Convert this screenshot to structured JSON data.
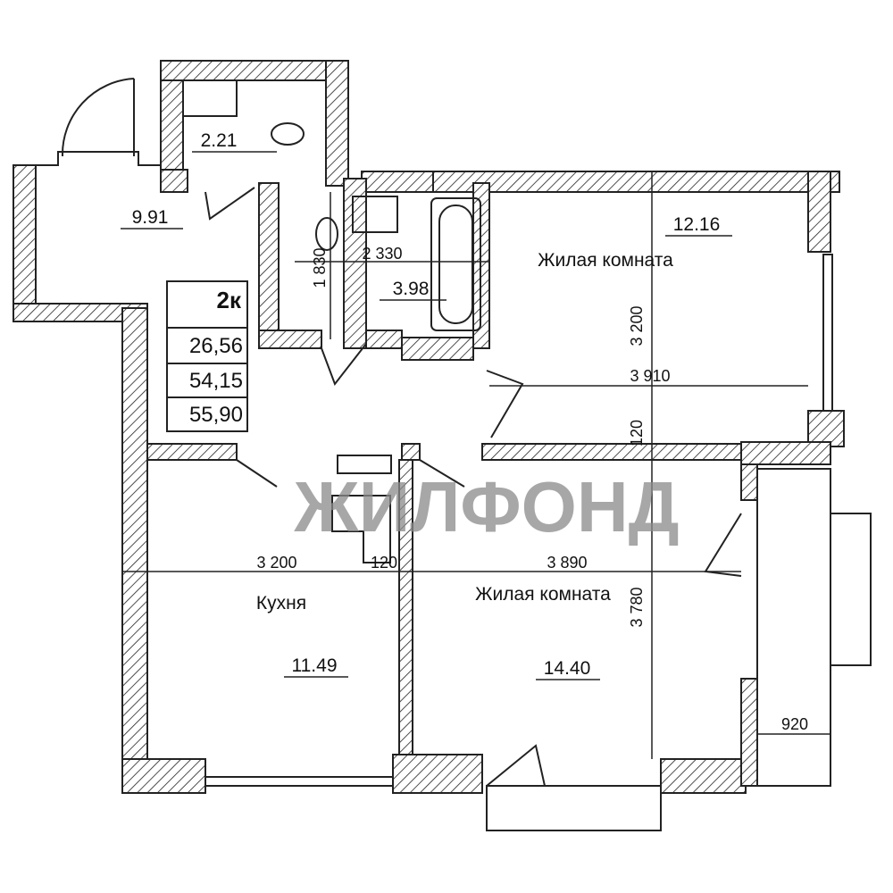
{
  "summary": {
    "rooms": "2к",
    "living_area": "26,56",
    "total_area": "54,15",
    "total_area_with_balcony": "55,90"
  },
  "rooms": {
    "wc_area": "2.21",
    "hall_area": "9.91",
    "bath_area": "3.98",
    "room1_label": "Жилая комната",
    "room1_area": "12.16",
    "kitchen_label": "Кухня",
    "kitchen_area": "11.49",
    "room2_label": "Жилая комната",
    "room2_area": "14.40"
  },
  "dimensions": {
    "bath_width": "2 330",
    "bath_depth": "1 830",
    "room1_depth": "3 200",
    "room1_width": "3 910",
    "wall_thickness_1": "120",
    "kitchen_width": "3 200",
    "wall_thickness_2": "120",
    "room2_width": "3 890",
    "room2_depth": "3 780",
    "balcony_width": "920"
  },
  "watermark": "ЖИЛФОНД"
}
